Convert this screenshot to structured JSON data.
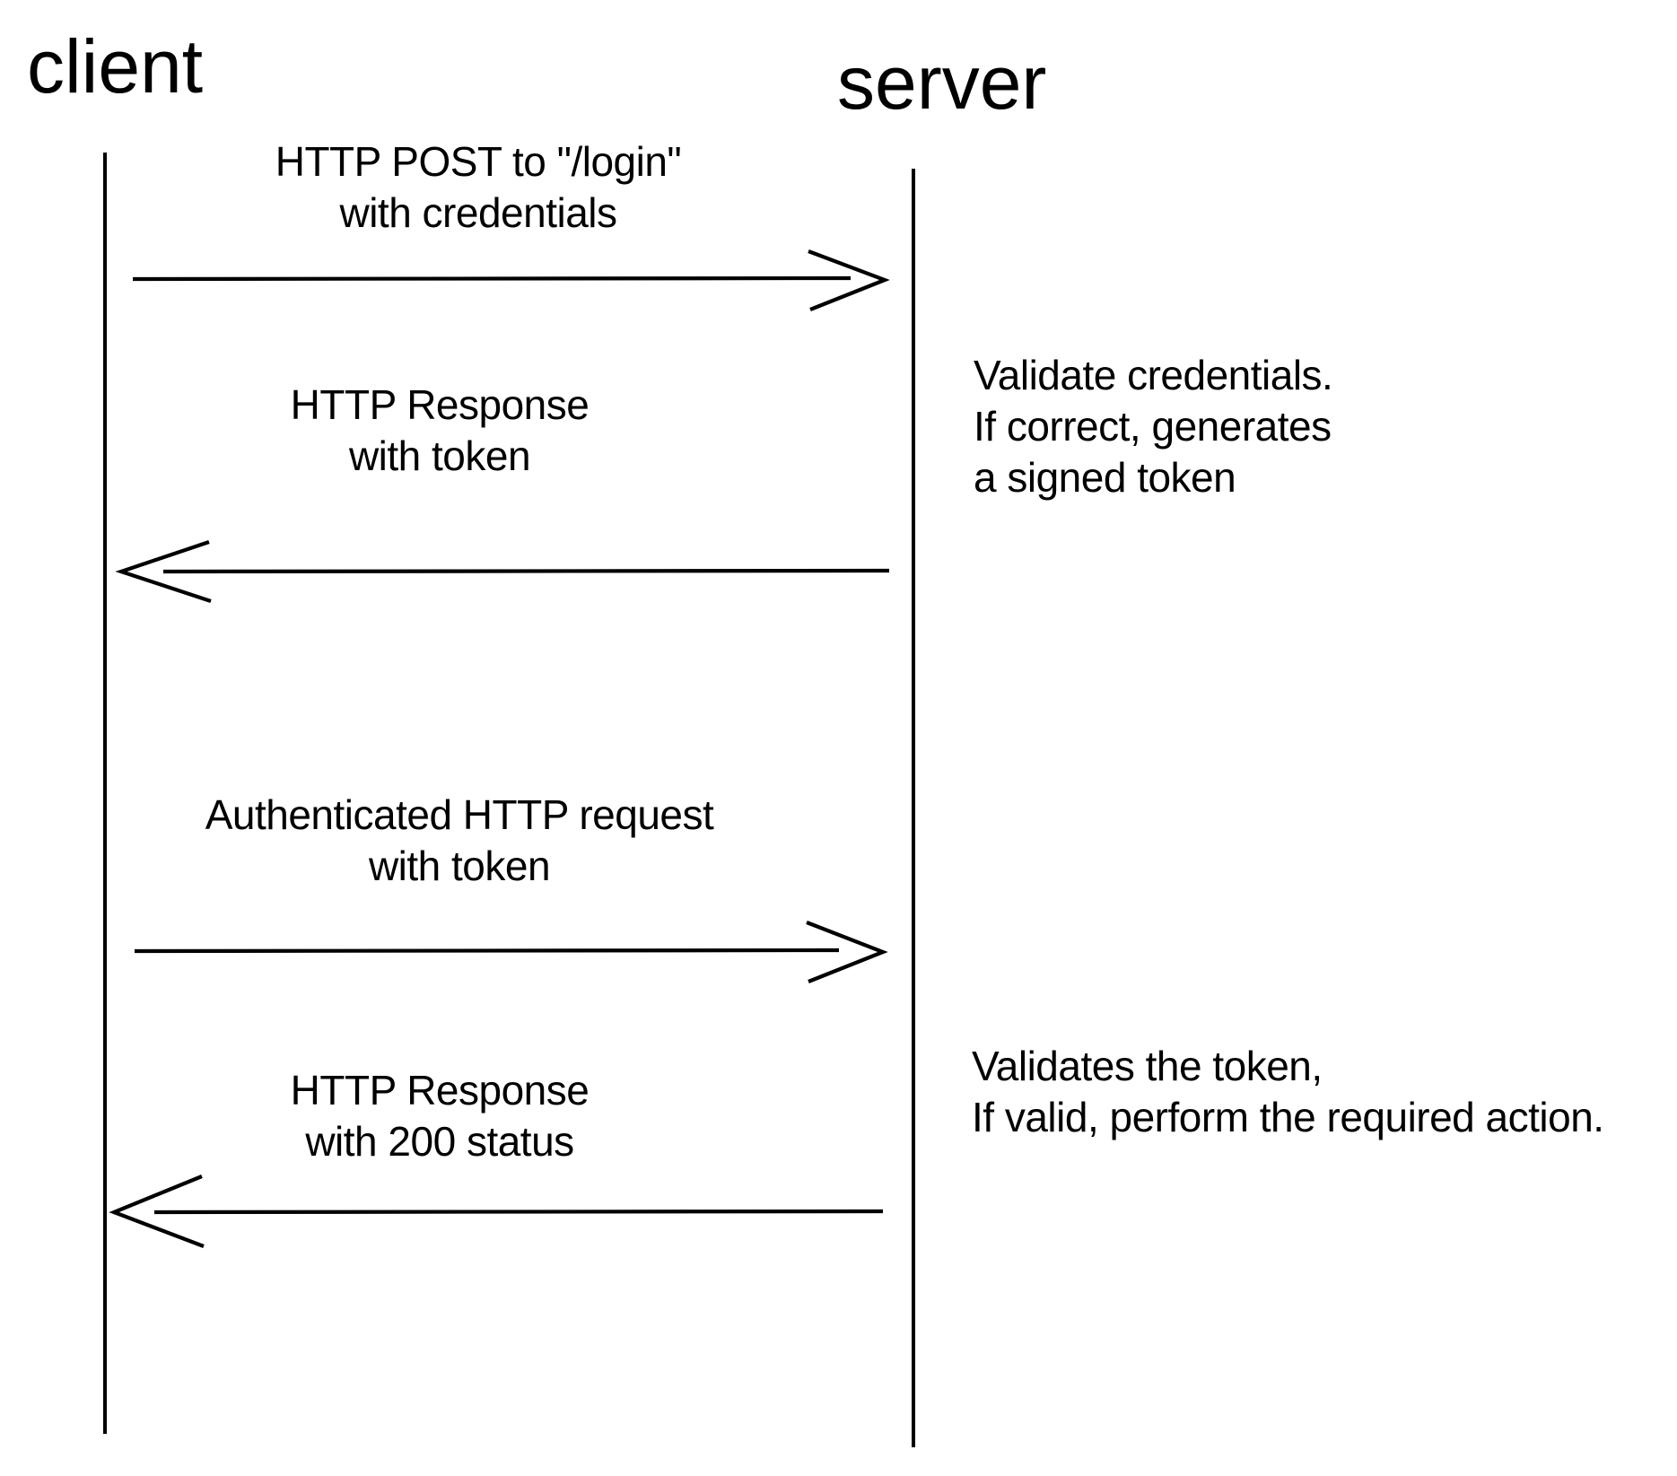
{
  "diagram": {
    "background": "#ffffff",
    "ink": "#000000",
    "actors": [
      {
        "id": "client",
        "label": "client"
      },
      {
        "id": "server",
        "label": "server"
      }
    ],
    "messages": [
      {
        "from": "client",
        "to": "server",
        "lines": [
          "HTTP POST to \"/login\"",
          "with credentials"
        ]
      },
      {
        "from": "server",
        "to": "client",
        "lines": [
          "HTTP Response",
          "with token"
        ]
      },
      {
        "from": "client",
        "to": "server",
        "lines": [
          "Authenticated HTTP request",
          "with token"
        ]
      },
      {
        "from": "server",
        "to": "client",
        "lines": [
          "HTTP Response",
          "with 200 status"
        ]
      }
    ],
    "notes": [
      {
        "actor": "server",
        "lines": [
          "Validate credentials.",
          "If correct, generates",
          "a signed token"
        ]
      },
      {
        "actor": "server",
        "lines": [
          "Validates the token,",
          "If valid, perform the required action."
        ]
      }
    ]
  }
}
